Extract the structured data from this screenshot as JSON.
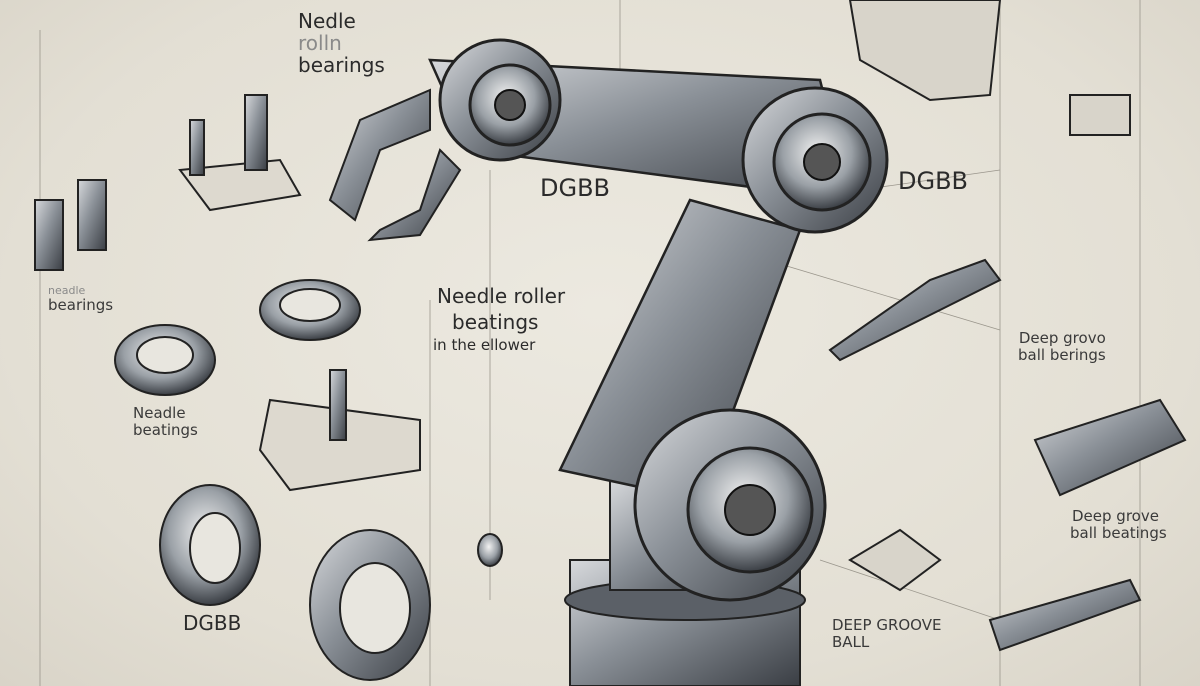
{
  "labels": {
    "top_left_needle": {
      "line1": "Nedle",
      "line2": "rolln",
      "line3": "bearings"
    },
    "left_needle": {
      "line1": "neadle",
      "line2": "bearings"
    },
    "left_needle2": {
      "line1": "Neadle",
      "line2": "beatings"
    },
    "left_dgbb": "DGBB",
    "center_dgbb": "DGBB",
    "right_dgbb": "DGBB",
    "center_needle": {
      "line1": "Needle roller",
      "line2": "beatings",
      "line3": "in the ellower"
    },
    "right_deep_groove": {
      "line1": "Deep grovo",
      "line2": "ball berings"
    },
    "right_deep_groove2": {
      "line1": "Deep grove",
      "line2": "ball beatings"
    },
    "bottom_deep_groove": {
      "line1": "DEEP GROOVE",
      "line2": "BALL"
    }
  },
  "colors": {
    "paper": "#e6e2d8",
    "ink": "#2b2b2b",
    "metal": "#7a7f86",
    "metal_dark": "#2e3238"
  }
}
